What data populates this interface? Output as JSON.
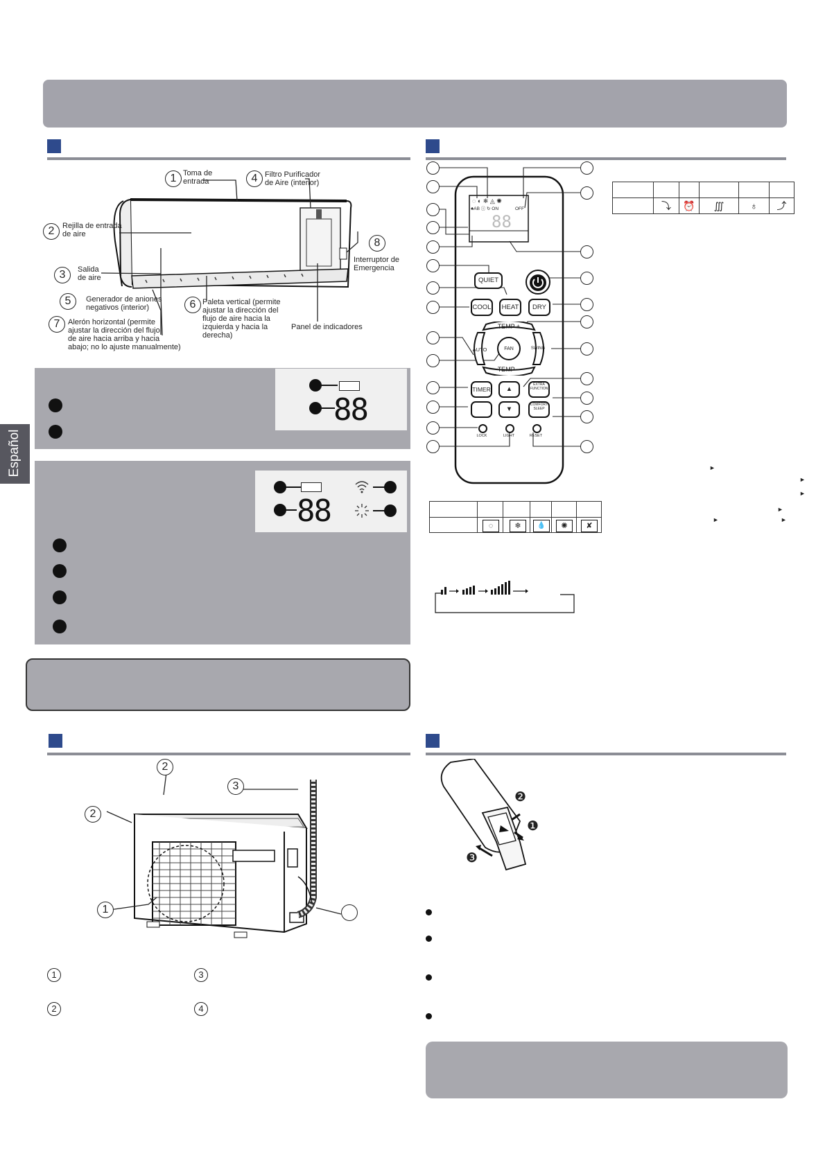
{
  "sidebar": {
    "language_tab": "Español"
  },
  "indoor_unit": {
    "callouts": [
      {
        "num": "1",
        "text": "Toma de\nentrada"
      },
      {
        "num": "4",
        "text": "Filtro Purificador\nde Aire (interior)"
      },
      {
        "num": "2",
        "text": "Rejilla de entrada\nde aire"
      },
      {
        "num": "8",
        "text": "Interruptor de\nEmergencia"
      },
      {
        "num": "3",
        "text": "Salida\nde aire"
      },
      {
        "num": "5",
        "text": "Generador de aniones\nnegativos (interior)"
      },
      {
        "num": "6",
        "text": "Paleta vertical (permite\najustar la dirección del\nflujo de aire hacia la\nizquierda y hacia la\nderecha)"
      },
      {
        "num": "7",
        "text": "Alerón horizontal (permite\najustar la dirección del flujo\nde aire hacia arriba y hacia\nabajo; no lo ajuste manualmente)"
      },
      {
        "num": "",
        "text": "Panel de indicadores"
      }
    ],
    "display_digits": "88"
  },
  "remote": {
    "lcd": {
      "row1": "◌ ◐ ❄ ◬ ✺",
      "row2": "♣AB  ⓘ ↻ ON",
      "off": "OFF"
    },
    "buttons": {
      "quiet": "QUIET",
      "heat": "HEAT",
      "cool": "COOL",
      "dry": "DRY",
      "temp_plus": "TEMP +",
      "temp_minus": "TEMP −",
      "auto": "AUTO",
      "fan": "FAN",
      "swing": "SWING",
      "timer": "TIMER",
      "extra": "EXTRA\nFUNCTION",
      "comfort": "COMFORT\nSLEEP",
      "lock": "LOCK",
      "light": "LIGHT",
      "reset": "RESET"
    },
    "symbol_table_right": [
      "⤵",
      "⏰",
      "∭",
      "♁",
      "⤴"
    ],
    "symbol_table_bottom": [
      "◌",
      "❄",
      "💧",
      "✺",
      "✘"
    ]
  },
  "outdoor_unit": {
    "callouts": [
      "2",
      "3",
      "2",
      "1"
    ],
    "legend": [
      "1",
      "3",
      "2",
      "4"
    ]
  },
  "battery": {
    "steps": [
      "❷",
      "❶",
      "❸"
    ]
  }
}
